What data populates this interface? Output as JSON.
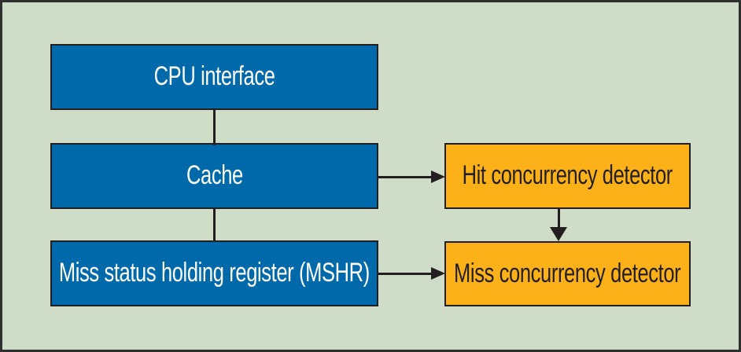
{
  "diagram": {
    "type": "block-diagram",
    "nodes": [
      {
        "id": "cpu-interface",
        "label": "CPU interface",
        "style": "blue"
      },
      {
        "id": "cache",
        "label": "Cache",
        "style": "blue"
      },
      {
        "id": "mshr",
        "label": "Miss status holding register (MSHR)",
        "style": "blue"
      },
      {
        "id": "hit-detector",
        "label": "Hit concurrency detector",
        "style": "orange"
      },
      {
        "id": "miss-detector",
        "label": "Miss concurrency detector",
        "style": "orange"
      }
    ],
    "edges": [
      {
        "from": "cpu-interface",
        "to": "cache",
        "arrow": false,
        "direction": "down"
      },
      {
        "from": "cache",
        "to": "mshr",
        "arrow": false,
        "direction": "down"
      },
      {
        "from": "cache",
        "to": "hit-detector",
        "arrow": true,
        "direction": "right"
      },
      {
        "from": "mshr",
        "to": "miss-detector",
        "arrow": true,
        "direction": "right"
      },
      {
        "from": "hit-detector",
        "to": "miss-detector",
        "arrow": true,
        "direction": "down"
      }
    ],
    "colors": {
      "background": "#cfdcc7",
      "frame_border": "#2f2f2f",
      "box_border": "#231f20",
      "blue_fill": "#0069aa",
      "orange_fill": "#fbb117",
      "text_on_blue": "#ffffff",
      "text_on_orange": "#231f20",
      "connector": "#231f20"
    }
  }
}
